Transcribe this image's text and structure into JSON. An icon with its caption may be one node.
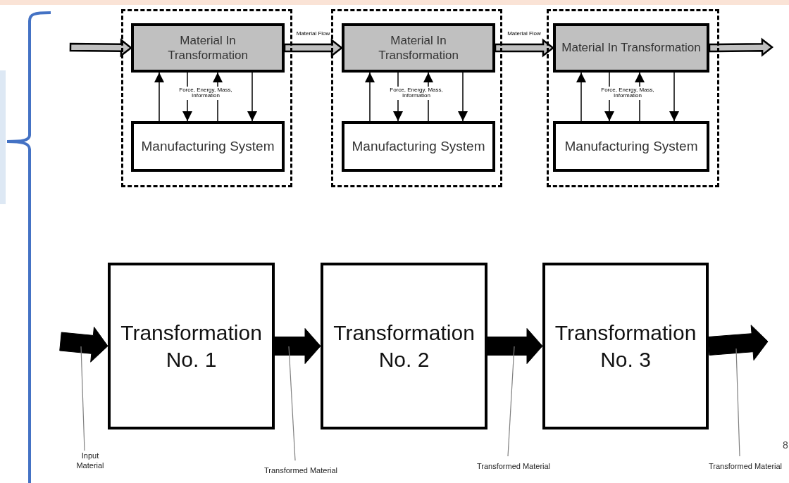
{
  "diagram": {
    "nodes": [
      {
        "text": [],
        "shape": "box"
      },
      {
        "text": [
          "Material In Transformation"
        ],
        "in": 0
      },
      {
        "text": [
          "Manufacturing System"
        ],
        "in": 0
      },
      {
        "text": [],
        "shape": "box"
      },
      {
        "text": [
          "Material In Transformation"
        ],
        "in": 3
      },
      {
        "text": [
          "Manufacturing System"
        ],
        "in": 3
      },
      {
        "text": [],
        "shape": "box"
      },
      {
        "text": [
          "Material In Transformation"
        ],
        "in": 6
      },
      {
        "text": [
          "Manufacturing System"
        ],
        "in": 6
      },
      {
        "text": [
          "Transformation No. 1"
        ]
      },
      {
        "text": [
          "Transformation No. 2"
        ]
      },
      {
        "text": [
          "Transformation No. 3"
        ]
      },
      {
        "text": [
          "Input Material"
        ]
      },
      {
        "text": [
          "Transformed Material"
        ]
      },
      {
        "text": [
          "Transformed Material"
        ]
      },
      {
        "text": [
          "Transformed Material"
        ]
      }
    ],
    "edges": [
      {
        "from": null,
        "to": 1,
        "arrow": "to",
        "style": "thick",
        "color": "#c0c0c0"
      },
      {
        "from": 1,
        "to": 4,
        "arrow": "to",
        "style": "thick",
        "color": "#c0c0c0",
        "label": "Material Flow"
      },
      {
        "from": 4,
        "to": 7,
        "arrow": "to",
        "style": "thick",
        "color": "#c0c0c0",
        "label": "Material Flow"
      },
      {
        "from": 7,
        "to": null,
        "arrow": "to",
        "style": "thick",
        "color": "#c0c0c0"
      },
      {
        "from": 2,
        "to": 1,
        "arrow": "to"
      },
      {
        "from": 1,
        "to": 2,
        "arrow": "to",
        "label": "Force, Energy, Mass, Information"
      },
      {
        "from": 2,
        "to": 1,
        "arrow": "to"
      },
      {
        "from": 1,
        "to": 2,
        "arrow": "to"
      },
      {
        "from": 5,
        "to": 4,
        "arrow": "to"
      },
      {
        "from": 4,
        "to": 5,
        "arrow": "to",
        "label": "Force, Energy, Mass, Information"
      },
      {
        "from": 5,
        "to": 4,
        "arrow": "to"
      },
      {
        "from": 4,
        "to": 5,
        "arrow": "to"
      },
      {
        "from": 8,
        "to": 7,
        "arrow": "to"
      },
      {
        "from": 7,
        "to": 8,
        "arrow": "to",
        "label": "Force, Energy, Mass, Information"
      },
      {
        "from": 8,
        "to": 7,
        "arrow": "to"
      },
      {
        "from": 7,
        "to": 8,
        "arrow": "to"
      },
      {
        "from": null,
        "to": 9,
        "arrow": "to",
        "style": "thick"
      },
      {
        "from": 9,
        "to": 10,
        "arrow": "to",
        "style": "thick"
      },
      {
        "from": 10,
        "to": 11,
        "arrow": "to",
        "style": "thick"
      },
      {
        "from": 11,
        "to": null,
        "arrow": "to",
        "style": "thick"
      },
      {
        "from": 12,
        "to": null,
        "arrow": "none",
        "color": "#808080"
      },
      {
        "from": 13,
        "to": null,
        "arrow": "none",
        "color": "#808080"
      },
      {
        "from": 14,
        "to": null,
        "arrow": "none",
        "color": "#808080"
      },
      {
        "from": 15,
        "to": null,
        "arrow": "none",
        "color": "#808080"
      }
    ],
    "labels": [
      "8"
    ]
  }
}
